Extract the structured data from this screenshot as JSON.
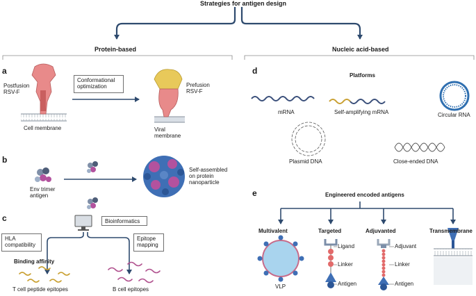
{
  "title": "Strategies for antigen design",
  "sections": {
    "protein": "Protein-based",
    "nucleic": "Nucleic acid-based"
  },
  "panels": {
    "a": "a",
    "b": "b",
    "c": "c",
    "d": "d",
    "e": "e"
  },
  "panel_a": {
    "postfusion": "Postfusion\nRSV-F",
    "conformational": "Conformational\noptimization",
    "prefusion": "Prefusion\nRSV-F",
    "cell_membrane": "Cell membrane",
    "viral_membrane": "Viral\nmembrane"
  },
  "panel_b": {
    "env_trimer": "Env trimer\nantigen",
    "self_assembled": "Self-assembled\non protein\nnanoparticle"
  },
  "panel_c": {
    "bioinformatics": "Bioinformatics",
    "hla": "HLA\ncompatibility",
    "epitope_mapping": "Epitope\nmapping",
    "binding_affinity": "Binding affinity",
    "t_cell": "T cell peptide epitopes",
    "b_cell": "B cell epitopes"
  },
  "panel_d": {
    "platforms": "Platforms",
    "mrna": "mRNA",
    "samrna": "Self-amplifying mRNA",
    "circular": "Circular RNA",
    "plasmid": "Plasmid DNA",
    "closed": "Close-ended DNA"
  },
  "panel_e": {
    "engineered": "Engineered encoded antigens",
    "multivalent": "Multivalent",
    "targeted": "Targeted",
    "adjuvanted": "Adjuvanted",
    "transmembrane": "Transmembrane",
    "vlp": "VLP",
    "ligand": "Ligand",
    "linker": "Linker",
    "antigen": "Antigen",
    "adjuvant": "Adjuvant",
    "linker2": "Linker",
    "antigen2": "Antigen"
  },
  "colors": {
    "arrow": "#2e4a6e",
    "prefusion_head": "#e8c95a",
    "postfusion": "#e88a8a",
    "nanoparticle_blue": "#3f6fb5",
    "nanoparticle_pink": "#b3529e",
    "epitope_gold": "#c9a032",
    "epitope_magenta": "#b0508e",
    "rna_navy": "#3a4f7a",
    "circular_blue": "#2f6fb0",
    "vlp_fill": "#a9d4ee",
    "linker_red": "#e26a6a"
  }
}
